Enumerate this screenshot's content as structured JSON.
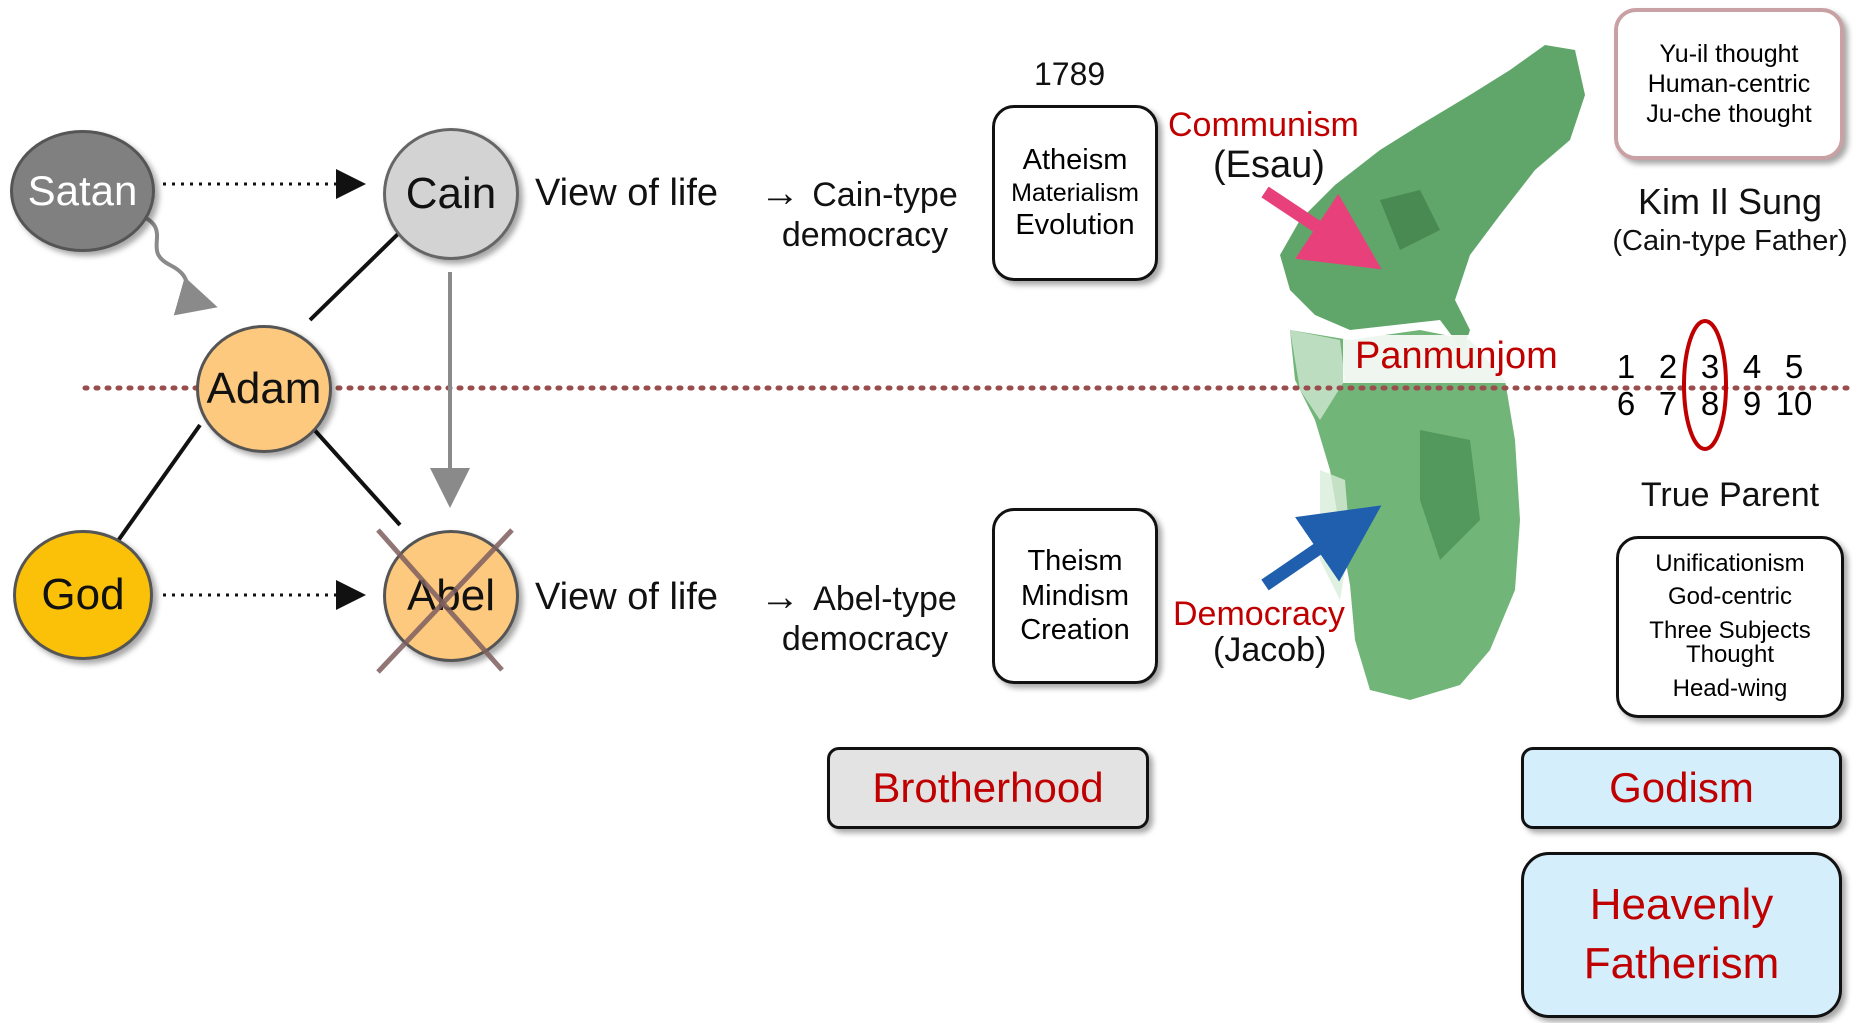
{
  "nodes": {
    "satan": "Satan",
    "cain": "Cain",
    "adam": "Adam",
    "god": "God",
    "abel": "Abel"
  },
  "cain_row": {
    "view_of_life": "View of life",
    "arrow": "→",
    "type_line1": "Cain-type",
    "type_line2": "democracy",
    "year": "1789",
    "box_items": [
      "Atheism",
      "Materialism",
      "Evolution"
    ],
    "ideology": "Communism",
    "figure": "(Esau)"
  },
  "abel_row": {
    "view_of_life": "View of life",
    "arrow": "→",
    "type_line1": "Abel-type",
    "type_line2": "democracy",
    "box_items": [
      "Theism",
      "Mindism",
      "Creation"
    ],
    "ideology": "Democracy",
    "figure": "(Jacob)"
  },
  "map": {
    "line_label": "Panmunjom"
  },
  "right_panel": {
    "top_box_items": [
      "Yu-il thought",
      "Human-centric",
      "Ju-che thought"
    ],
    "leader_name": "Kim Il Sung",
    "leader_role": "(Cain-type Father)",
    "numbers_row1": [
      "1",
      "2",
      "3",
      "4",
      "5"
    ],
    "numbers_row2": [
      "6",
      "7",
      "8",
      "9",
      "10"
    ],
    "true_parent": "True Parent",
    "bottom_box_items": [
      "Unificationism",
      "God-centric",
      "Three Subjects",
      "Thought",
      "Head-wing"
    ]
  },
  "bottom_boxes": {
    "brotherhood": "Brotherhood",
    "godism": "Godism",
    "heavenly_line1": "Heavenly",
    "heavenly_line2": "Fatherism"
  },
  "colors": {
    "satan": "#808080",
    "cain": "#d3d3d3",
    "adam": "#fdc97e",
    "god": "#fbc109",
    "abel": "#fdc97e",
    "accent_red": "#c00000",
    "communism_arrow": "#e8407a",
    "democracy_arrow": "#1f5fad",
    "map_green": "#4a9a55",
    "brotherhood_bg": "#e3e3e3",
    "godism_bg": "#d4eefb"
  }
}
